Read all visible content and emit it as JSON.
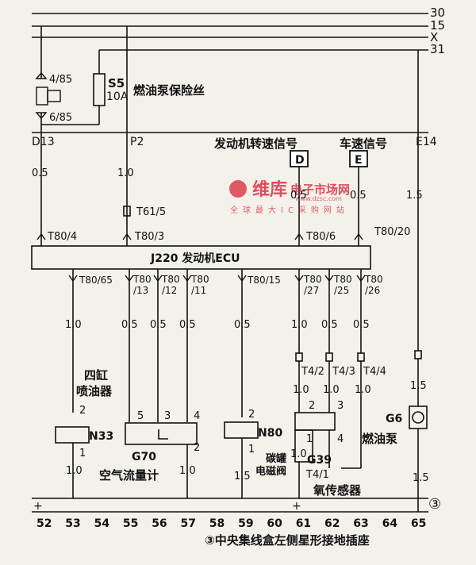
{
  "bus_labels": {
    "b30": "30",
    "b15": "15",
    "bx": "X",
    "b31": "31"
  },
  "fuse_s5": {
    "top": "4/85",
    "bottom": "6/85",
    "id": "S5",
    "rating": "10A",
    "name": "燃油泵保险丝"
  },
  "column_heads": {
    "d13": "D13",
    "p2": "P2",
    "e14": "E14"
  },
  "signals": {
    "engine_speed": "发动机转速信号",
    "vehicle_speed": "车速信号",
    "d": "D",
    "e": "E"
  },
  "watermark": {
    "brand": "维库",
    "brand2": "电子市场网",
    "url": "www.dzsc.com",
    "tagline": "全球最大IC采购网站"
  },
  "wires": {
    "w1": "0.5",
    "w2": "1.0",
    "w3": "0.5",
    "w4": "0.5",
    "w5": "1.5"
  },
  "connectors": {
    "t61": "T61/5",
    "t80_4": "T80/4",
    "t80_3": "T80/3",
    "t80_6": "T80/6",
    "t80_20": "T80/20"
  },
  "ecu": {
    "label": "J220 发动机ECU"
  },
  "outputs": {
    "t80_65": "T80/65",
    "t80_13a": "T80",
    "t80_13b": "/13",
    "t80_12a": "T80",
    "t80_12b": "/12",
    "t80_11a": "T80",
    "t80_11b": "/11",
    "t80_15": "T80/15",
    "t80_27a": "T80",
    "t80_27b": "/27",
    "t80_25a": "T80",
    "t80_25b": "/25",
    "t80_26a": "T80",
    "t80_26b": "/26"
  },
  "gauges": {
    "g1": "1.0",
    "g2": "0.5",
    "g3": "0.5",
    "g4": "0.5",
    "g5": "0.5",
    "g6": "1.0",
    "g7": "0.5",
    "g8": "0.5"
  },
  "t4": {
    "a": "T4/2",
    "b": "T4/3",
    "c": "T4/4",
    "d": "T4/1"
  },
  "g4b": {
    "a": "1.0",
    "b": "1.0",
    "c": "1.0",
    "d": "1.0",
    "e": "1.5",
    "f": "1.5"
  },
  "components": {
    "injector_cn1": "四缸",
    "injector_cn2": "喷油器",
    "n33": "N33",
    "g70": "G70",
    "g70_name": "空气流量计",
    "n80": "N80",
    "n80_cn1": "碳罐",
    "n80_cn2": "电磁阀",
    "g39": "G39",
    "g39_name": "氧传感器",
    "g6": "G6",
    "g6_name": "燃油泵"
  },
  "pins": {
    "p2a": "2",
    "p1a": "1",
    "p5": "5",
    "p3": "3",
    "p4": "4",
    "p2b": "2",
    "p2c": "2",
    "p1c": "1",
    "p2d": "2",
    "p3d": "3",
    "p1d": "1",
    "p4d": "4"
  },
  "bottom_gauges": {
    "g1": "1.0",
    "g2": "1.0",
    "g3": "1.5",
    "g4": "1.5"
  },
  "ground": {
    "plus1": "+",
    "plus2": "+",
    "marker": "③"
  },
  "pin_numbers": [
    "52",
    "53",
    "54",
    "55",
    "56",
    "57",
    "58",
    "59",
    "60",
    "61",
    "62",
    "63",
    "64",
    "65"
  ],
  "footer": "③中央集线盒左侧星形接地插座",
  "colors": {
    "ink": "#111111",
    "paper": "#f3f1ea",
    "watermark": "#d9233a"
  }
}
